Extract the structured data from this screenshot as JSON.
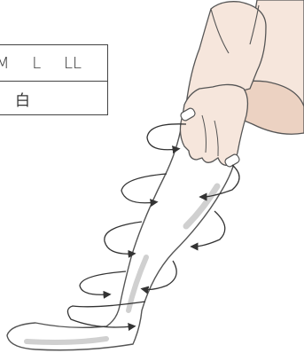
{
  "spec_table": {
    "sizes": [
      "M",
      "L",
      "LL"
    ],
    "color": "白"
  },
  "illustration": {
    "subject": "hands-pulling-compression-sock-onto-leg",
    "arrow_icon": "rotation-arrow-icon"
  },
  "colors": {
    "skin": "#f6e6dc",
    "skin_shadow": "#ecd2c2",
    "outline": "#555555",
    "sock_shadow": "#d0d0d0"
  }
}
